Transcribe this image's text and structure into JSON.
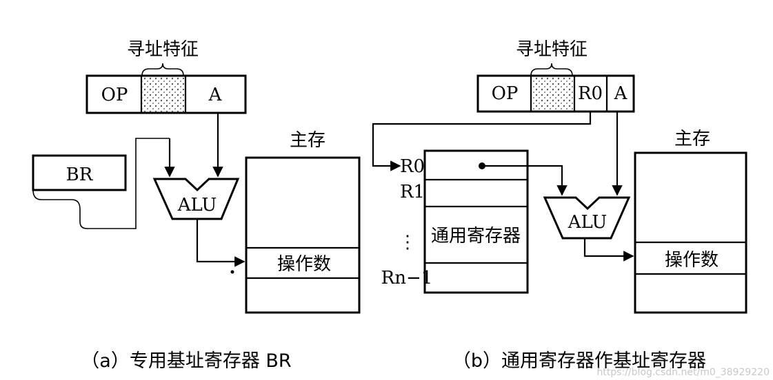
{
  "panel_a": {
    "addressing_feature": "寻址特征",
    "op": "OP",
    "a": "A",
    "br": "BR",
    "alu": "ALU",
    "memory_title": "主存",
    "operand": "操作数",
    "caption": "（a）专用基址寄存器 BR"
  },
  "panel_b": {
    "addressing_feature": "寻址特征",
    "op": "OP",
    "r0_field": "R0",
    "a": "A",
    "reg_r0": "R0",
    "reg_r1": "R1",
    "reg_dots": "⋮",
    "reg_rn1": "Rn−1",
    "gpr_label": "通用寄存器",
    "alu": "ALU",
    "memory_title": "主存",
    "operand": "操作数",
    "caption": "（b）通用寄存器作基址寄存器"
  },
  "watermark": "https://blog.csdn.net/m0_38929220"
}
